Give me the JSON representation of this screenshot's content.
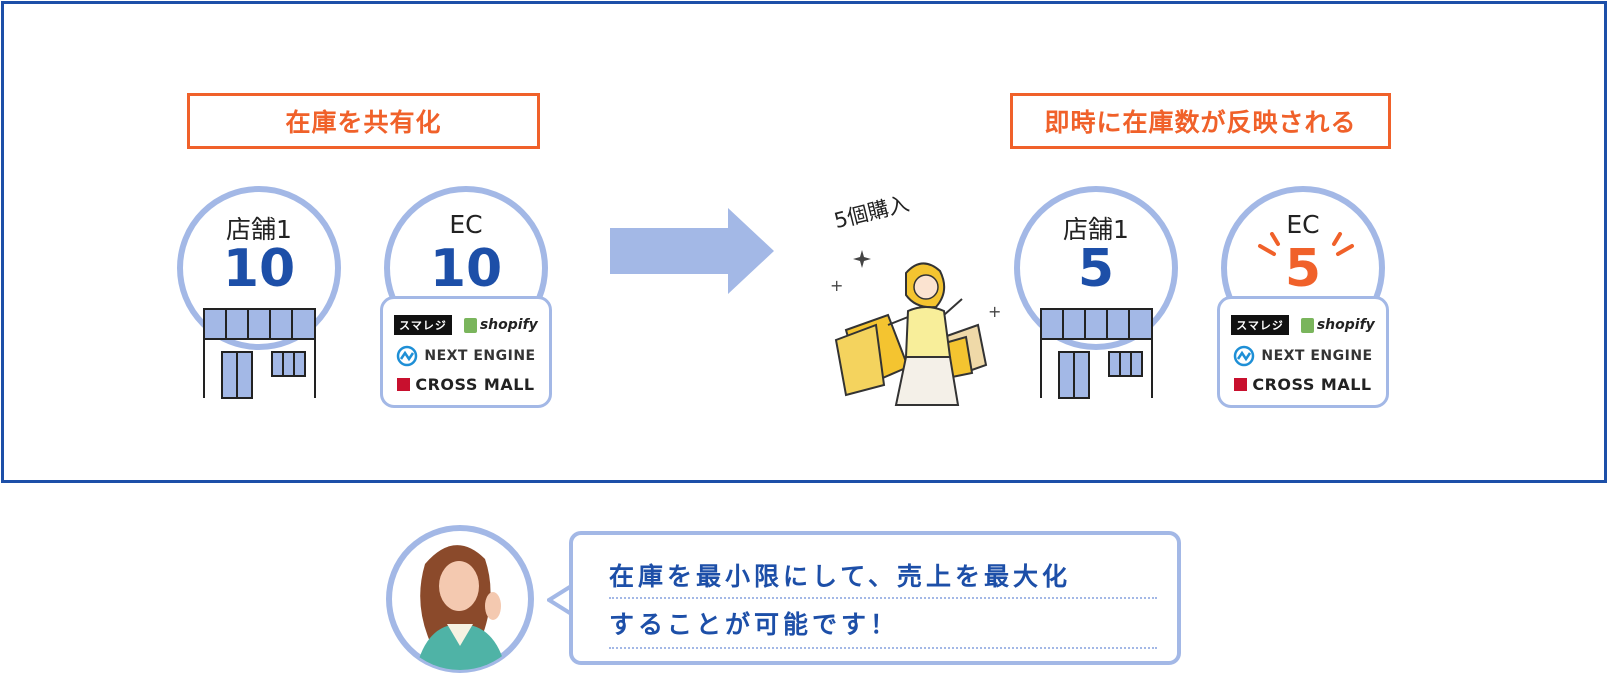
{
  "left_panel": {
    "label": "在庫を共有化",
    "store": {
      "title": "店舗1",
      "count": "10"
    },
    "ec": {
      "title": "EC",
      "count": "10"
    }
  },
  "right_panel": {
    "label": "即時に在庫数が反映される",
    "purchase_note": "5個購入",
    "store": {
      "title": "店舗1",
      "count": "5"
    },
    "ec": {
      "title": "EC",
      "count": "5"
    }
  },
  "logos": {
    "smaregi": "スマレジ",
    "shopify": "shopify",
    "next_engine": "NEXT ENGINE",
    "cross_mall": "CROSS MALL"
  },
  "message": {
    "line1": "在庫を最小限にして、売上を最大化",
    "line2": "することが可能です！"
  },
  "colors": {
    "accent_orange": "#f0612a",
    "primary_blue": "#1d4fa8",
    "light_blue": "#a3b8e6"
  }
}
